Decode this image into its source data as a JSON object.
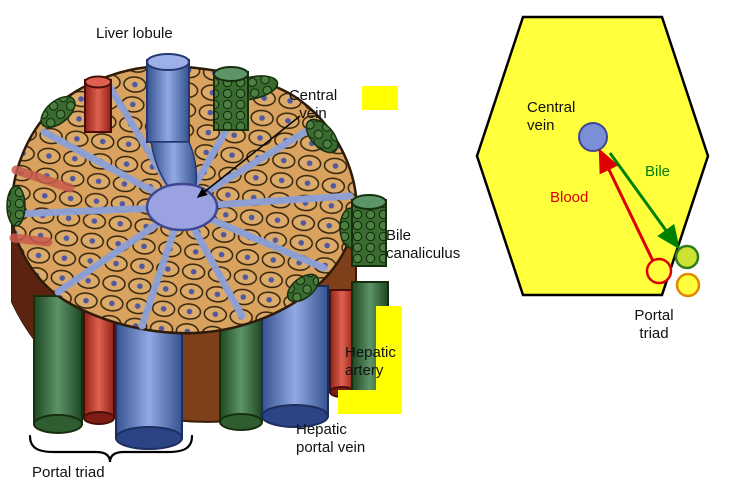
{
  "colors": {
    "highlight": "#ffff00",
    "hexagon": "#ffff3c",
    "blood": "#dd0000",
    "bile": "#008000"
  },
  "left": {
    "title": "Liver lobule",
    "central_vein": {
      "line1": "Central",
      "line2": "vein"
    },
    "bile_canaliculus": {
      "line1": "Bile",
      "line2": "canaliculus"
    },
    "hepatic_artery": {
      "line1": "Hepatic",
      "line2": "artery"
    },
    "hepatic_portal_vein": {
      "line1": "Hepatic",
      "line2": "portal vein"
    },
    "portal_triad": "Portal triad"
  },
  "right": {
    "central_vein": {
      "line1": "Central",
      "line2": "vein"
    },
    "blood": "Blood",
    "bile": "Bile",
    "portal_triad": {
      "line1": "Portal",
      "line2": "triad"
    }
  }
}
